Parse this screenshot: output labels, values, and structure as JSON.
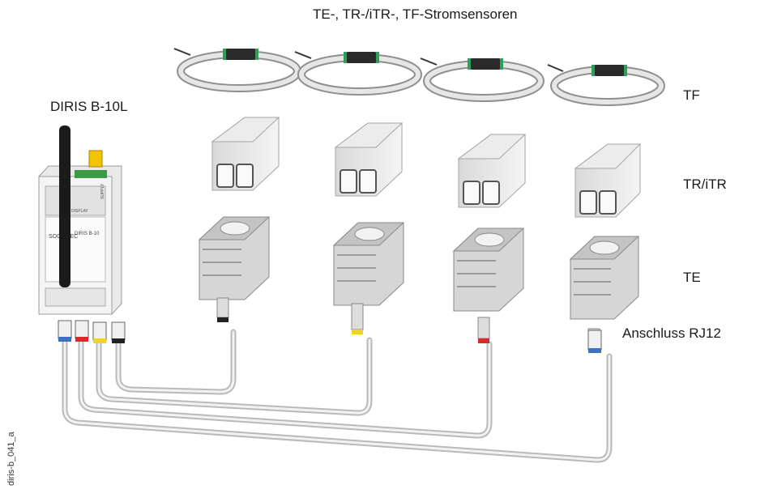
{
  "title": "TE-, TR-/iTR-, TF-Stromsensoren",
  "device_label": "DIRIS B-10L",
  "rows": {
    "tf": "TF",
    "tr": "TR/iTR",
    "te": "TE"
  },
  "connector_label": "Anschluss RJ12",
  "figure_id": "diris-b_041_a",
  "device": {
    "brand": "SOCOMEC",
    "model": "DIRIS B-10",
    "panel_text": "DISPLAY",
    "supply_text": "SUPPLY"
  },
  "colors": {
    "cable": "#b9b9b9",
    "cable_core": "#f2f2f2",
    "plug_blue": "#3a72c4",
    "plug_red": "#d92b2b",
    "plug_yellow": "#f0d422",
    "plug_black": "#222222",
    "antenna": "#1b1b1b"
  }
}
